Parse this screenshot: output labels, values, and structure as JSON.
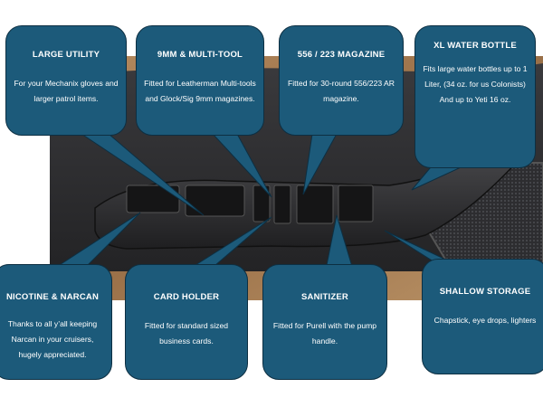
{
  "callouts": [
    {
      "title": "LARGE UTILITY",
      "body": "For your Mechanix gloves and larger patrol items."
    },
    {
      "title": "9MM & MULTI-TOOL",
      "body": "Fitted for Leatherman Multi-tools and Glock/Sig 9mm magazines."
    },
    {
      "title": "556 / 223 MAGAZINE",
      "body": "Fitted for 30-round 556/223 AR magazine."
    },
    {
      "title": "XL WATER BOTTLE",
      "body": "Fits large water bottles up to 1 Liter, (34 oz. for us Colonists) And up to Yeti 16 oz."
    },
    {
      "title": "NICOTINE & NARCAN",
      "body": "Thanks to all y’all keeping Narcan in your cruisers, hugely appreciated."
    },
    {
      "title": "CARD HOLDER",
      "body": "Fitted for standard sized business cards."
    },
    {
      "title": "SANITIZER",
      "body": "Fitted for Purell with the pump handle."
    },
    {
      "title": "SHALLOW STORAGE",
      "body": "Chapstick, eye drops, lighters"
    }
  ],
  "colors": {
    "callout_fill": "#1c5a7a",
    "callout_border": "#0d2f42",
    "panel_dark": "#2a2a2c",
    "wood": "#a07a52"
  }
}
